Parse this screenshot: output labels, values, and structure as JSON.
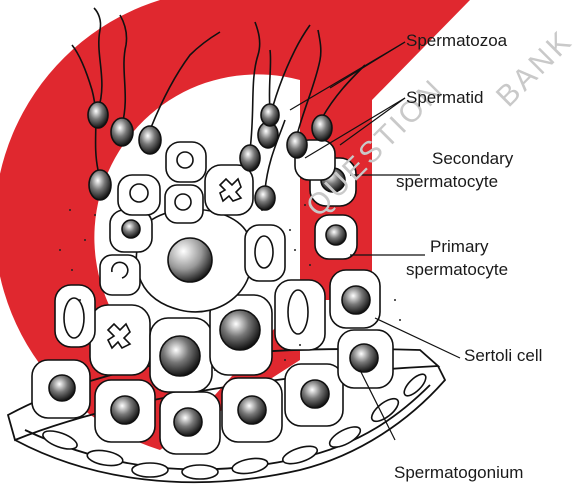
{
  "labels": {
    "spermatozoa": "Spermatozoa",
    "spermatid": "Spermatid",
    "secondary_line1": "Secondary",
    "secondary_line2": "spermatocyte",
    "primary_line1": "Primary",
    "primary_line2": "spermatocyte",
    "sertoli": "Sertoli cell",
    "spermatogonium": "Spermatogonium"
  },
  "watermark": {
    "text_a": "QUESTION",
    "text_b": "BANK"
  },
  "colors": {
    "watermark_red": "#e0282f",
    "ink": "#111111",
    "watermark_text": "#c9c9c9"
  }
}
